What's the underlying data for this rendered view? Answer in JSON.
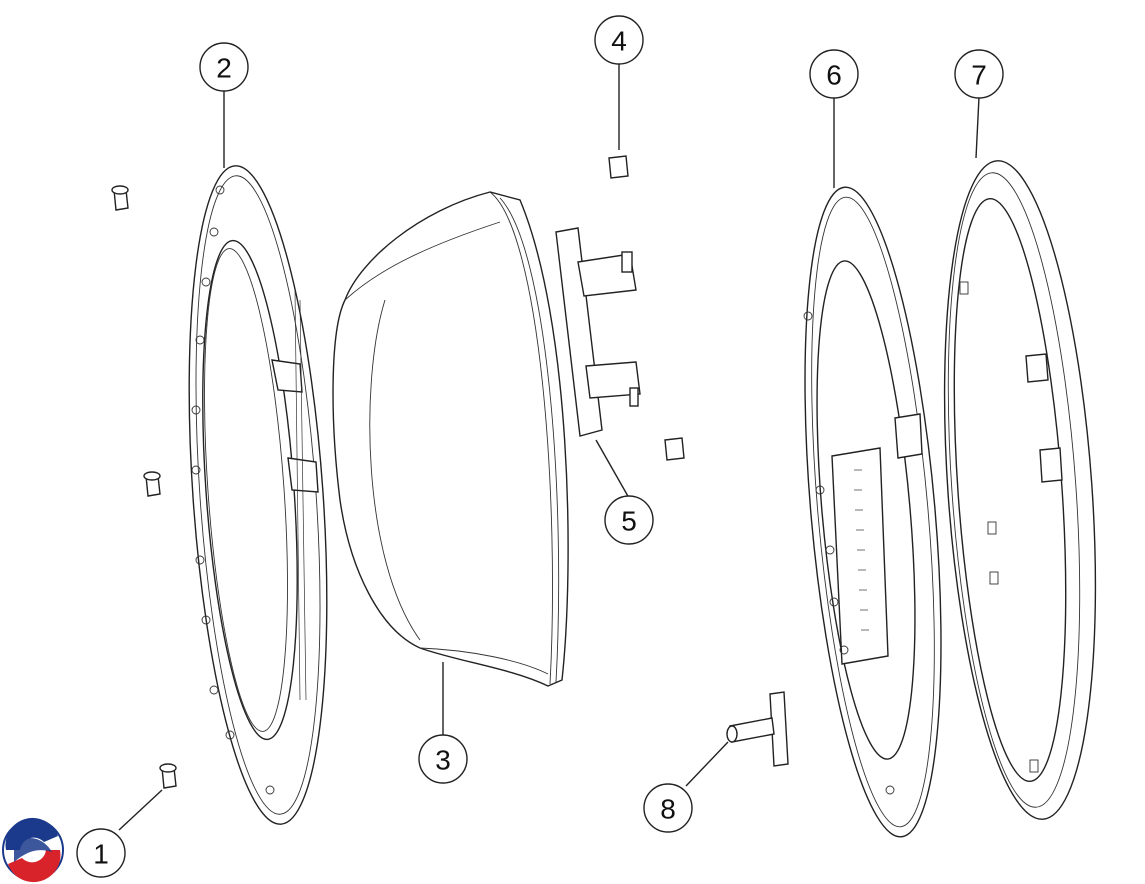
{
  "callouts": [
    {
      "id": "1",
      "label": "1"
    },
    {
      "id": "2",
      "label": "2"
    },
    {
      "id": "3",
      "label": "3"
    },
    {
      "id": "4",
      "label": "4"
    },
    {
      "id": "5",
      "label": "5"
    },
    {
      "id": "6",
      "label": "6"
    },
    {
      "id": "7",
      "label": "7"
    },
    {
      "id": "8",
      "label": "8"
    }
  ],
  "logo": {
    "icon": "brand-logo-icon",
    "colors": [
      "#1b3a8c",
      "#d8232a"
    ]
  }
}
